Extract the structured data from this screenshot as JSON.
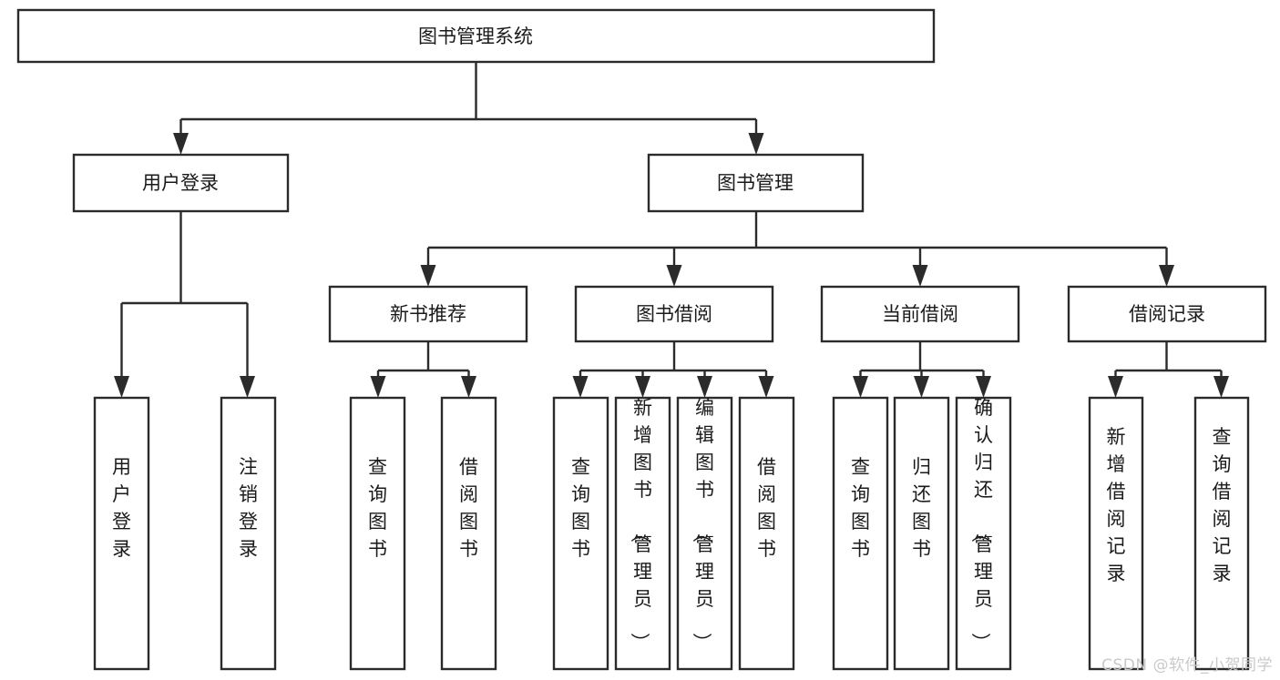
{
  "diagram": {
    "title": "图书管理系统",
    "type": "hierarchy-tree",
    "watermark": "CSDN @软件_小贺同学",
    "colors": {
      "background": "#ffffff",
      "box_fill": "#ffffff",
      "box_stroke": "#2b2b2b",
      "text": "#1a1a1a",
      "watermark": "#c9c9c9"
    },
    "levels": {
      "root": {
        "label": "图书管理系统"
      },
      "level2": [
        {
          "label": "用户登录"
        },
        {
          "label": "图书管理"
        }
      ],
      "level3": [
        {
          "label": "新书推荐"
        },
        {
          "label": "图书借阅"
        },
        {
          "label": "当前借阅"
        },
        {
          "label": "借阅记录"
        }
      ],
      "leaves": {
        "user_login": [
          {
            "label": "用户登录"
          },
          {
            "label": "注销登录"
          }
        ],
        "new_book_recommend": [
          {
            "label": "查询图书"
          },
          {
            "label": "借阅图书"
          }
        ],
        "book_borrow": [
          {
            "label": "查询图书"
          },
          {
            "label": "新增图书（管理员）"
          },
          {
            "label": "编辑图书（管理员）"
          },
          {
            "label": "借阅图书"
          }
        ],
        "current_borrow": [
          {
            "label": "查询图书"
          },
          {
            "label": "归还图书"
          },
          {
            "label": "确认归还（管理员）"
          }
        ],
        "borrow_record": [
          {
            "label": "新增借阅记录"
          },
          {
            "label": "查询借阅记录"
          }
        ]
      }
    }
  }
}
